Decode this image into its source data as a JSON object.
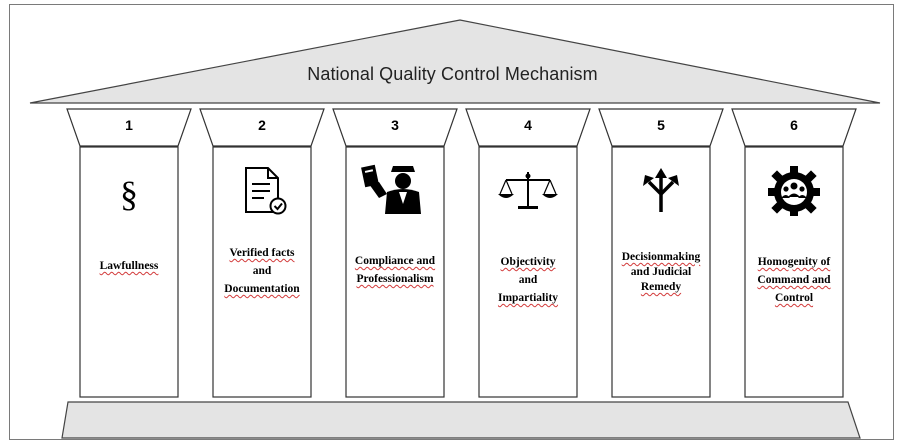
{
  "title": "National Quality Control Mechanism",
  "pillars": [
    {
      "number": "1",
      "icon": "paragraph-icon",
      "label_lines": [
        "Lawfullness"
      ]
    },
    {
      "number": "2",
      "icon": "verified-document-icon",
      "label_lines": [
        "Verified facts",
        "and",
        "Documentation"
      ]
    },
    {
      "number": "3",
      "icon": "officer-checking-document-icon",
      "label_lines": [
        "Compliance and",
        "Professionalism"
      ]
    },
    {
      "number": "4",
      "icon": "scales-of-justice-icon",
      "label_lines": [
        "Objectivity",
        "and",
        "Impartiality"
      ]
    },
    {
      "number": "5",
      "icon": "decision-arrows-icon",
      "label_lines": [
        "Decisionmaking",
        "and Judicial",
        "Remedy"
      ]
    },
    {
      "number": "6",
      "icon": "team-gear-icon",
      "label_lines": [
        "Homogenity of",
        "Command and",
        "Control"
      ]
    }
  ]
}
